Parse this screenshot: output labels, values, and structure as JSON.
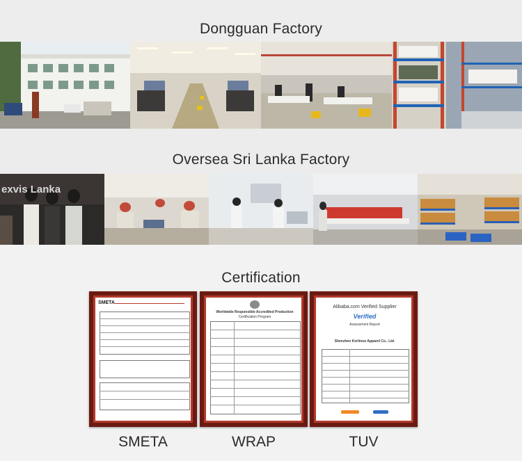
{
  "sections": {
    "dongguan": {
      "title": "Dongguan Factory"
    },
    "srilanka": {
      "title": "Oversea Sri Lanka Factory"
    },
    "certification": {
      "title": "Certification"
    }
  },
  "certificates": [
    {
      "label": "SMETA",
      "header": "SMETA"
    },
    {
      "label": "WRAP",
      "header": "Worldwide Responsible Accredited Production",
      "subheader": "Certification Program"
    },
    {
      "label": "TUV",
      "header": "Alibaba.com Verified Supplier",
      "badge": "Verified",
      "subheader": "Assessment Report",
      "company": "Shenzhen Korlinuo Apparel Co., Ltd."
    }
  ],
  "srilanka_sign": "exvis Lanka",
  "colors": {
    "frame": "#6b1a12",
    "frame_inner": "#b23a2c",
    "background": "#f1f1f1"
  }
}
